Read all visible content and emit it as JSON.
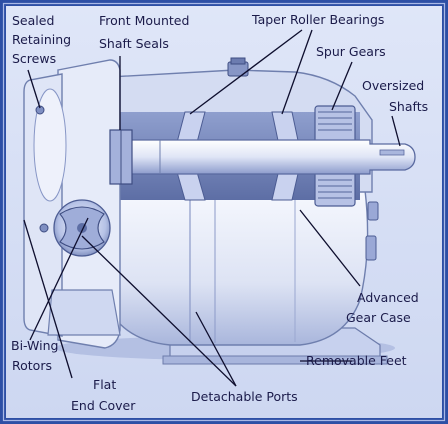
{
  "colors": {
    "frame": "#2d4fa5",
    "frame_light": "#8fa3dc",
    "background": "#d9e1f6",
    "body_light": "#f3f5fc",
    "body_mid": "#c3cdea",
    "body_dark": "#6f7fae",
    "shaft": "#e7ebf8",
    "leader": "#0e0e2e",
    "label": "#1b1b4a"
  },
  "labels": {
    "sealed_retaining_screws": [
      "Sealed",
      "Retaining",
      "Screws"
    ],
    "front_mounted_shaft_seals": [
      "Front Mounted",
      "Shaft Seals"
    ],
    "taper_roller_bearings": [
      "Taper Roller Bearings"
    ],
    "spur_gears": [
      "Spur Gears"
    ],
    "oversized_shafts": [
      "Oversized",
      "Shafts"
    ],
    "advanced_gear_case": [
      "Advanced",
      "Gear Case"
    ],
    "removable_feet": [
      "Removable Feet"
    ],
    "detachable_ports": [
      "Detachable Ports"
    ],
    "flat_end_cover": [
      "Flat",
      "End Cover"
    ],
    "bi_wing_rotors": [
      "Bi-Wing",
      "Rotors"
    ]
  }
}
